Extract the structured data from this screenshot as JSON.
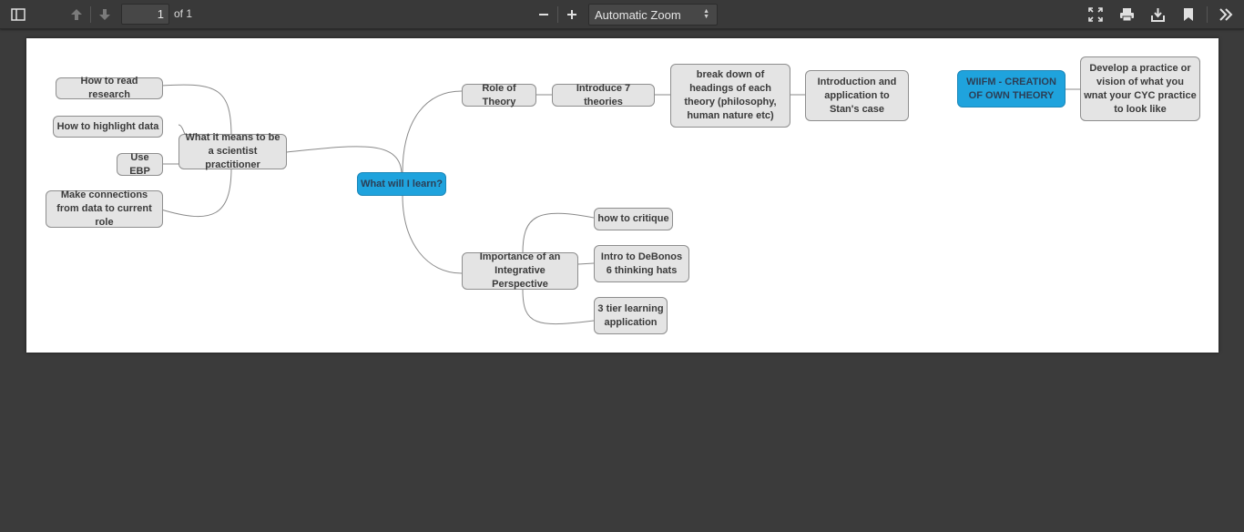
{
  "toolbar": {
    "page_number": "1",
    "page_of": "of 1",
    "zoom": "Automatic Zoom",
    "icons": [
      "sidebar-toggle-icon",
      "previous-page-icon",
      "next-page-icon",
      "zoom-out-icon",
      "zoom-in-icon",
      "presentation-mode-icon",
      "print-icon",
      "download-icon",
      "bookmark-icon",
      "tools-icon"
    ]
  },
  "mindmap": {
    "central": "What will I learn?",
    "scientist": "What it means to be a scientist practitioner",
    "read_research": "How to read research",
    "highlight_data": "How to highlight data",
    "use_ebp": "Use EBP",
    "make_connections": "Make connections from data to current role",
    "role_of_theory": "Role of Theory",
    "introduce_theories": "Introduce 7 theories",
    "break_down": "break down of headings of each theory (philosophy, human nature etc)",
    "intro_application": "Introduction and application to Stan's case",
    "integrative": "Importance of an Integrative Perspective",
    "critique": "how to critique",
    "debonos": "Intro to DeBonos 6 thinking hats",
    "three_tier": "3 tier learning application",
    "wiifm": "WIIFM - CREATION OF OWN THEORY",
    "develop_practice": "Develop a practice or vision of what you wnat your CYC practice to look like"
  },
  "colors": {
    "central_node": "#1fa3dd",
    "node_fill": "#e4e4e4",
    "viewer_background": "#3b3b3b"
  }
}
